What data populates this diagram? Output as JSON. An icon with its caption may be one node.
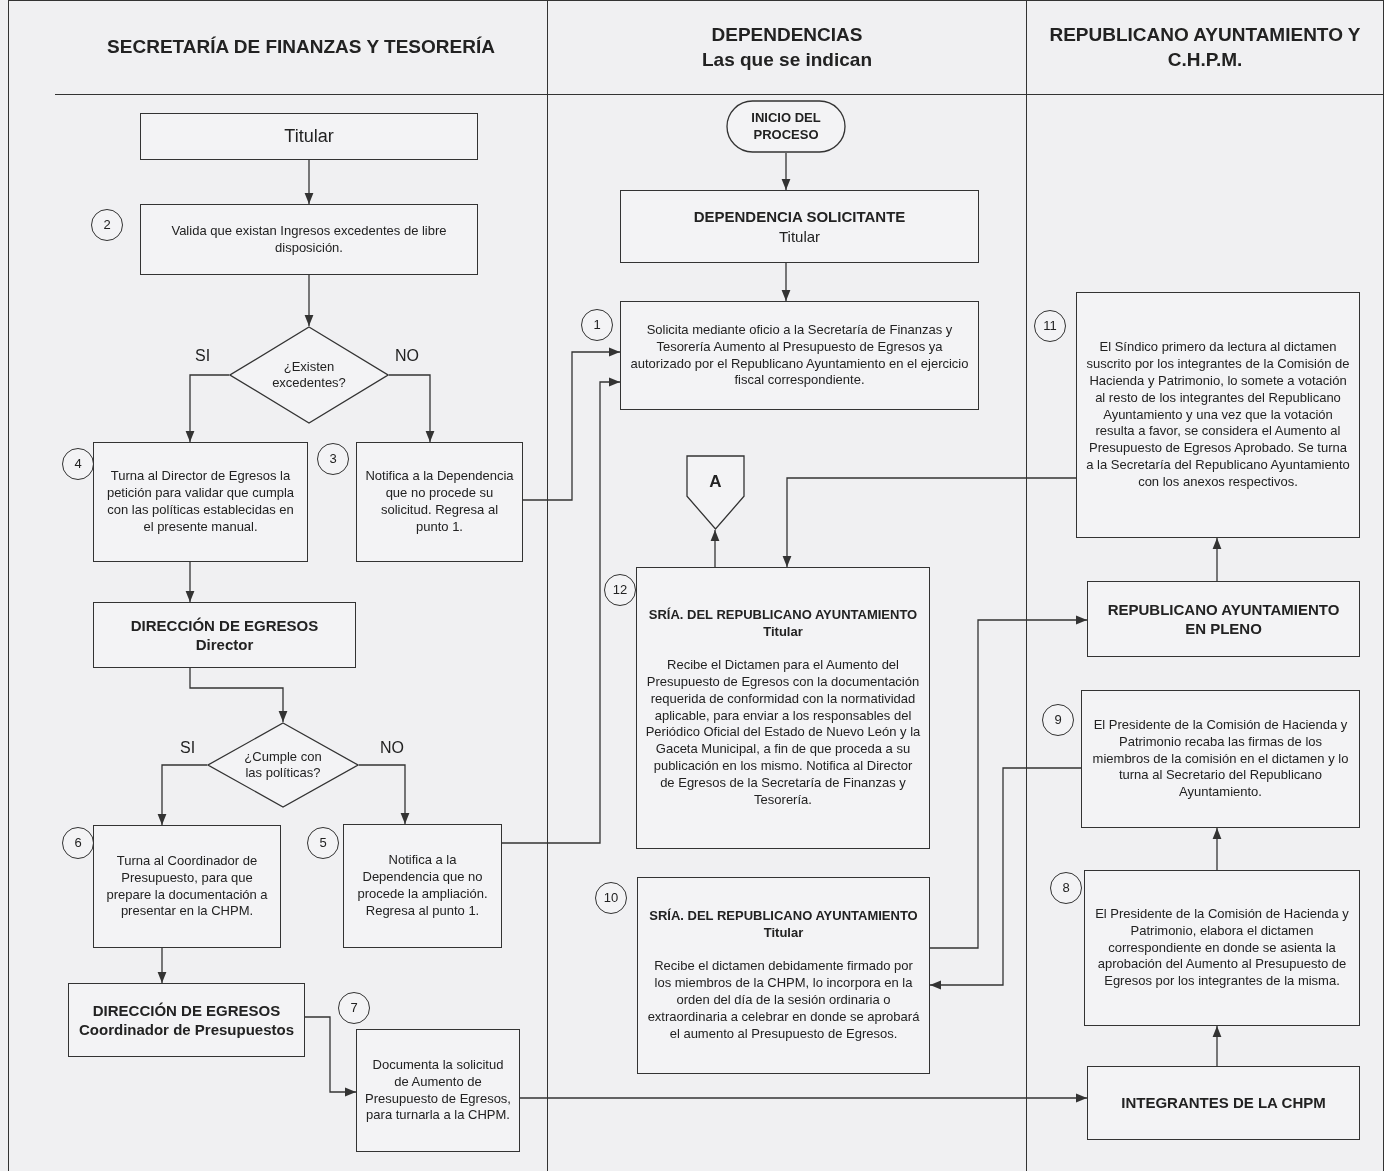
{
  "diagram": {
    "nodes": [
      {
        "text": [
          "SECRETARÍA DE FINANZAS Y TESORERÍA"
        ]
      },
      {
        "text": [
          "DEPENDENCIAS",
          "Las que se indican"
        ]
      },
      {
        "text": [
          "REPUBLICANO AYUNTAMIENTO Y C.H.P.M."
        ]
      },
      {
        "text": [
          "Titular"
        ],
        "in": 0
      },
      {
        "text": [
          "2"
        ],
        "in": 0
      },
      {
        "text": [
          "Valida que existan Ingresos excedentes de libre disposición."
        ],
        "in": 0
      },
      {
        "text": [
          "¿Existen excedentes?"
        ],
        "in": 0
      },
      {
        "text": [
          "4"
        ],
        "in": 0
      },
      {
        "text": [
          "Turna al Director de Egresos la petición para validar que cumpla con las políticas establecidas en el presente manual."
        ],
        "in": 0
      },
      {
        "text": [
          "3"
        ],
        "in": 0
      },
      {
        "text": [
          "Notifica a la Dependencia que no procede su solicitud. Regresa al punto 1."
        ],
        "in": 0
      },
      {
        "text": [
          "DIRECCIÓN DE EGRESOS",
          "Director"
        ],
        "in": 0
      },
      {
        "text": [
          "¿Cumple con las políticas?"
        ],
        "in": 0
      },
      {
        "text": [
          "6"
        ],
        "in": 0
      },
      {
        "text": [
          "Turna al Coordinador de Presupuesto, para que prepare la documentación a presentar en la CHPM."
        ],
        "in": 0
      },
      {
        "text": [
          "5"
        ],
        "in": 0
      },
      {
        "text": [
          "Notifica a la Dependencia que no procede la ampliación. Regresa al punto 1."
        ],
        "in": 0
      },
      {
        "text": [
          "DIRECCIÓN DE EGRESOS",
          "Coordinador de Presupuestos"
        ],
        "in": 0
      },
      {
        "text": [
          "7"
        ],
        "in": 0
      },
      {
        "text": [
          "Documenta la solicitud de Aumento de Presupuesto de Egresos, para turnarla a la CHPM."
        ],
        "in": 0
      },
      {
        "text": [
          "INICIO DEL PROCESO"
        ],
        "in": 1
      },
      {
        "text": [
          "DEPENDENCIA SOLICITANTE",
          "Titular"
        ],
        "in": 1
      },
      {
        "text": [
          "1"
        ],
        "in": 1
      },
      {
        "text": [
          "Solicita mediante oficio a la Secretaría de Finanzas y Tesorería Aumento al Presupuesto de Egresos ya autorizado por el Republicano Ayuntamiento en el ejercicio fiscal correspondiente."
        ],
        "in": 1
      },
      {
        "text": [
          "A"
        ],
        "in": 1
      },
      {
        "text": [
          "12"
        ],
        "in": 1
      },
      {
        "text": [
          "SRÍA. DEL REPUBLICANO AYUNTAMIENTO",
          "Titular",
          "Recibe el Dictamen para el Aumento del Presupuesto de Egresos con la documentación requerida de conformidad con la normatividad aplicable, para enviar a los responsables del Periódico Oficial del Estado de Nuevo León y la Gaceta Municipal, a fin de que proceda a su publicación en los mismo. Notifica al Director de Egresos de la Secretaría de Finanzas y Tesorería."
        ],
        "in": 1
      },
      {
        "text": [
          "10"
        ],
        "in": 1
      },
      {
        "text": [
          "SRÍA. DEL REPUBLICANO AYUNTAMIENTO",
          "Titular",
          "Recibe el dictamen debidamente firmado por los miembros de la CHPM, lo incorpora en la orden del día de la sesión ordinaria o extraordinaria a celebrar en donde se aprobará el aumento al Presupuesto de Egresos."
        ],
        "in": 1
      },
      {
        "text": [
          "11"
        ],
        "in": 2
      },
      {
        "text": [
          "El Síndico primero da lectura al dictamen suscrito por los integrantes de la Comisión de Hacienda y Patrimonio, lo somete a votación al resto de los integrantes del Republicano Ayuntamiento y una vez que la votación resulta a favor, se considera el Aumento al Presupuesto de Egresos Aprobado. Se turna a la Secretaría del Republicano Ayuntamiento con los anexos respectivos."
        ],
        "in": 2
      },
      {
        "text": [
          "REPUBLICANO AYUNTAMIENTO EN PLENO"
        ],
        "in": 2
      },
      {
        "text": [
          "9"
        ],
        "in": 2
      },
      {
        "text": [
          "El Presidente de la Comisión de Hacienda y Patrimonio recaba las firmas de los miembros de la comisión en el dictamen y lo turna al Secretario del Republicano Ayuntamiento."
        ],
        "in": 2
      },
      {
        "text": [
          "8"
        ],
        "in": 2
      },
      {
        "text": [
          "El Presidente de la Comisión de Hacienda y Patrimonio, elabora el dictamen correspondiente en donde se asienta la aprobación del Aumento al Presupuesto de Egresos por los integrantes de la misma."
        ],
        "in": 2
      },
      {
        "text": [
          "INTEGRANTES DE LA CHPM"
        ],
        "in": 2
      }
    ],
    "edges": [
      {
        "from": 3,
        "to": 5,
        "arrow": "to"
      },
      {
        "from": 5,
        "to": 6,
        "arrow": "to"
      },
      {
        "from": 6,
        "to": 8,
        "arrow": "to",
        "label": "SI"
      },
      {
        "from": 6,
        "to": 10,
        "arrow": "to",
        "label": "NO"
      },
      {
        "from": 10,
        "to": 23,
        "arrow": "to"
      },
      {
        "from": 8,
        "to": 11,
        "arrow": "to"
      },
      {
        "from": 11,
        "to": 12,
        "arrow": "to"
      },
      {
        "from": 12,
        "to": 14,
        "arrow": "to",
        "label": "SI"
      },
      {
        "from": 12,
        "to": 16,
        "arrow": "to",
        "label": "NO"
      },
      {
        "from": 16,
        "to": 23,
        "arrow": "to"
      },
      {
        "from": 14,
        "to": 17,
        "arrow": "to"
      },
      {
        "from": 17,
        "to": 19,
        "arrow": "to"
      },
      {
        "from": 19,
        "to": 36,
        "arrow": "to"
      },
      {
        "from": 36,
        "to": 35,
        "arrow": "to"
      },
      {
        "from": 35,
        "to": 33,
        "arrow": "to"
      },
      {
        "from": 33,
        "to": 28,
        "arrow": "to"
      },
      {
        "from": 28,
        "to": 31,
        "arrow": "to"
      },
      {
        "from": 31,
        "to": 30,
        "arrow": "to"
      },
      {
        "from": 30,
        "to": 26,
        "arrow": "to"
      },
      {
        "from": 26,
        "to": 24,
        "arrow": "to"
      },
      {
        "from": 20,
        "to": 21,
        "arrow": "to"
      },
      {
        "from": 21,
        "to": 23,
        "arrow": "to"
      }
    ]
  }
}
